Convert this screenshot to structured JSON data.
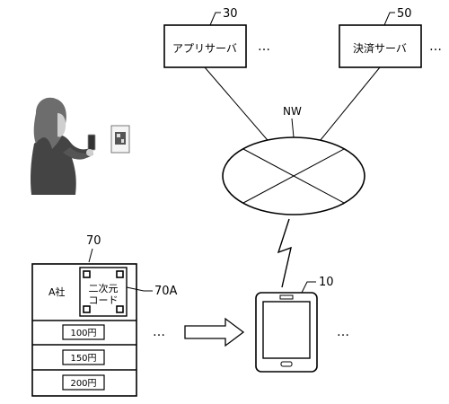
{
  "app_server": {
    "ref": "30",
    "label": "アプリサーバ"
  },
  "payment_server": {
    "ref": "50",
    "label": "決済サーバ"
  },
  "network": {
    "label": "NW"
  },
  "ellipsis": "…",
  "terminal": {
    "ref": "10"
  },
  "panel": {
    "ref": "70",
    "code_ref": "70A",
    "company": "A社",
    "code_line1": "二次元",
    "code_line2": "コード",
    "prices": [
      "100円",
      "150円",
      "200円"
    ]
  }
}
